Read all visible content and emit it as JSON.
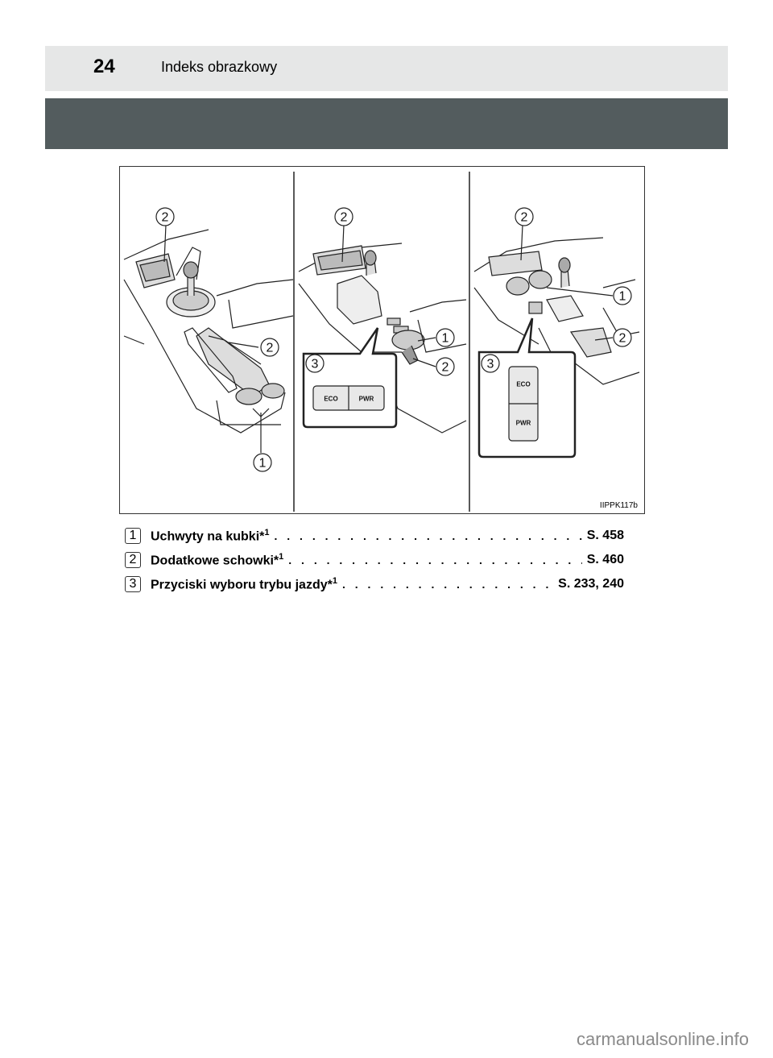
{
  "header": {
    "page_number": "24",
    "title": "Indeks obrazkowy"
  },
  "figure": {
    "code": "IIPPK117b",
    "callouts": {
      "one": "1",
      "two": "2",
      "three": "3"
    },
    "switch": {
      "eco": "ECO",
      "pwr": "PWR"
    }
  },
  "legend": [
    {
      "number": "1",
      "label": "Uchwyty na kubki*",
      "sup": "1",
      "page": "S. 458"
    },
    {
      "number": "2",
      "label": "Dodatkowe schowki*",
      "sup": "1",
      "page": "S. 460"
    },
    {
      "number": "3",
      "label": "Przyciski wyboru trybu jazdy*",
      "sup": "1",
      "page": "S. 233, 240"
    }
  ],
  "watermark": "carmanualsonline.info"
}
